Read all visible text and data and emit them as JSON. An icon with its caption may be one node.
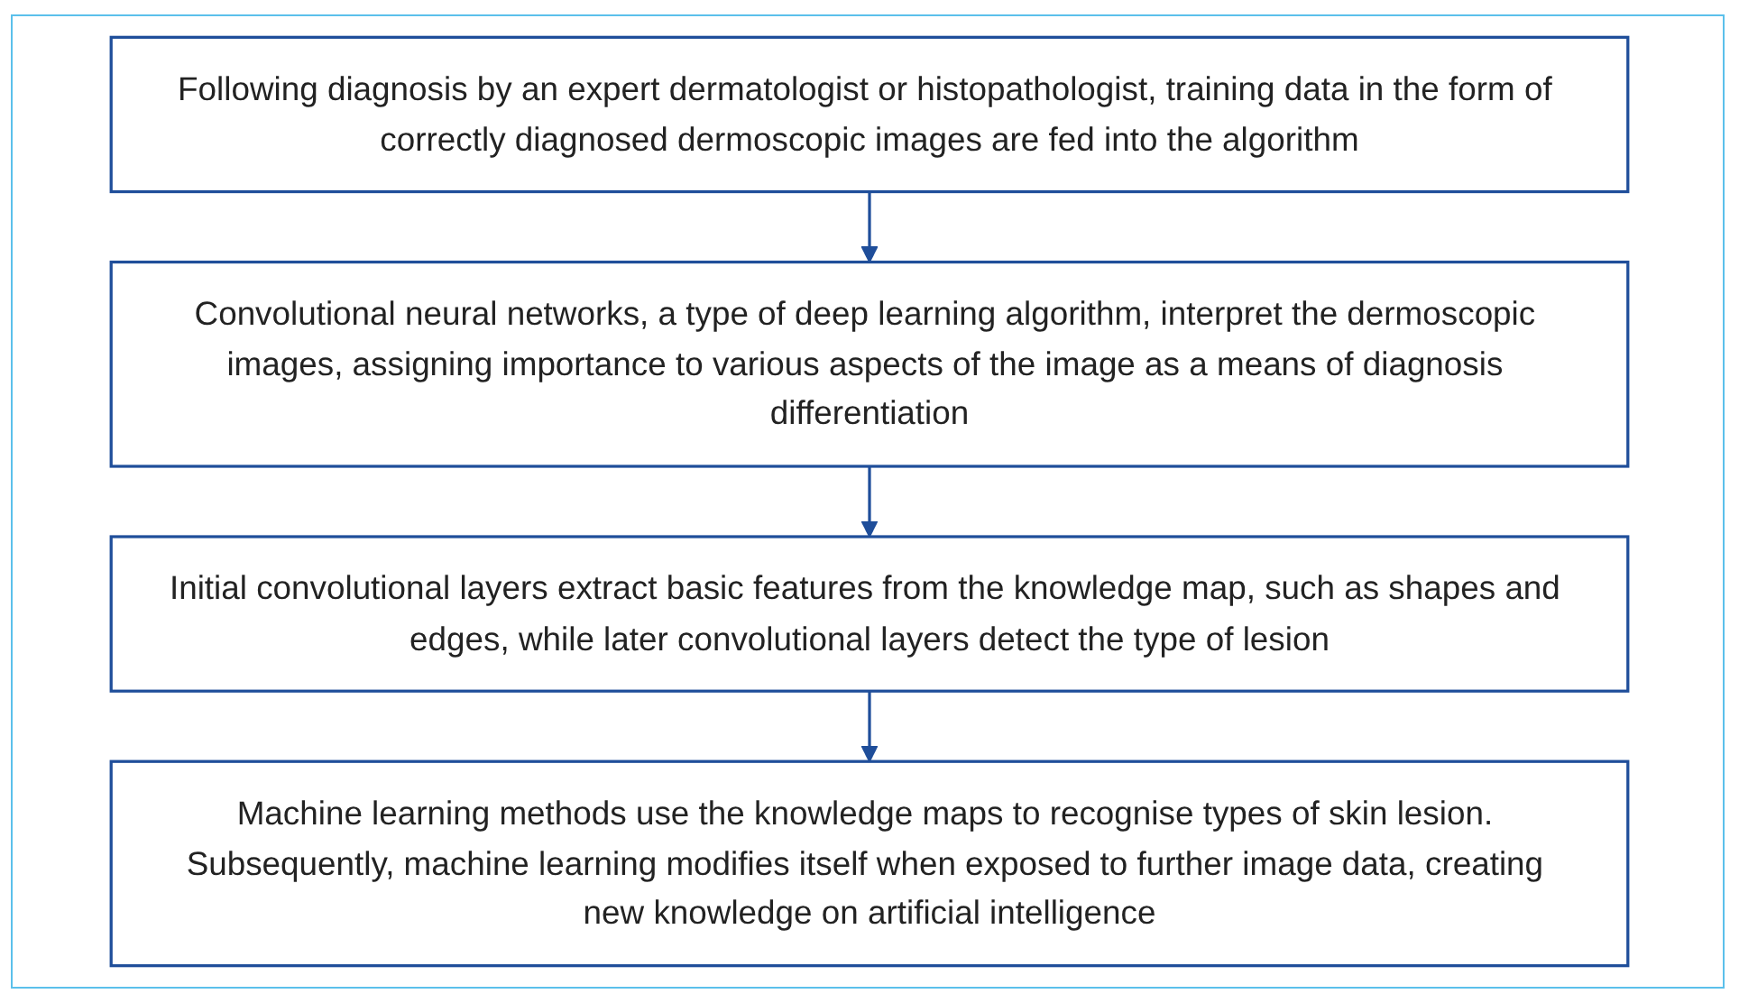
{
  "diagram": {
    "nodes": [
      {
        "text": [
          "Following diagnosis by an expert dermatologist or histopathologist, training data in the form of correctly diagnosed dermoscopic images are fed into the algorithm"
        ]
      },
      {
        "text": [
          "Convolutional neural networks, a type of deep learning algorithm, interpret the dermoscopic images, assigning importance to various aspects of the image as a means of diagnosis differentiation"
        ]
      },
      {
        "text": [
          "Initial convolutional layers extract basic features from the knowledge map, such as shapes and edges, while later convolutional layers detect the type of lesion"
        ]
      },
      {
        "text": [
          "Machine learning methods use the knowledge maps to recognise types of skin lesion. Subsequently, machine learning modifies itself when exposed to further image data, creating new knowledge on artificial intelligence"
        ]
      }
    ],
    "edges": [
      {
        "from": 0,
        "to": 1,
        "arrow": "to"
      },
      {
        "from": 1,
        "to": 2,
        "arrow": "to"
      },
      {
        "from": 2,
        "to": 3,
        "arrow": "to"
      }
    ]
  }
}
